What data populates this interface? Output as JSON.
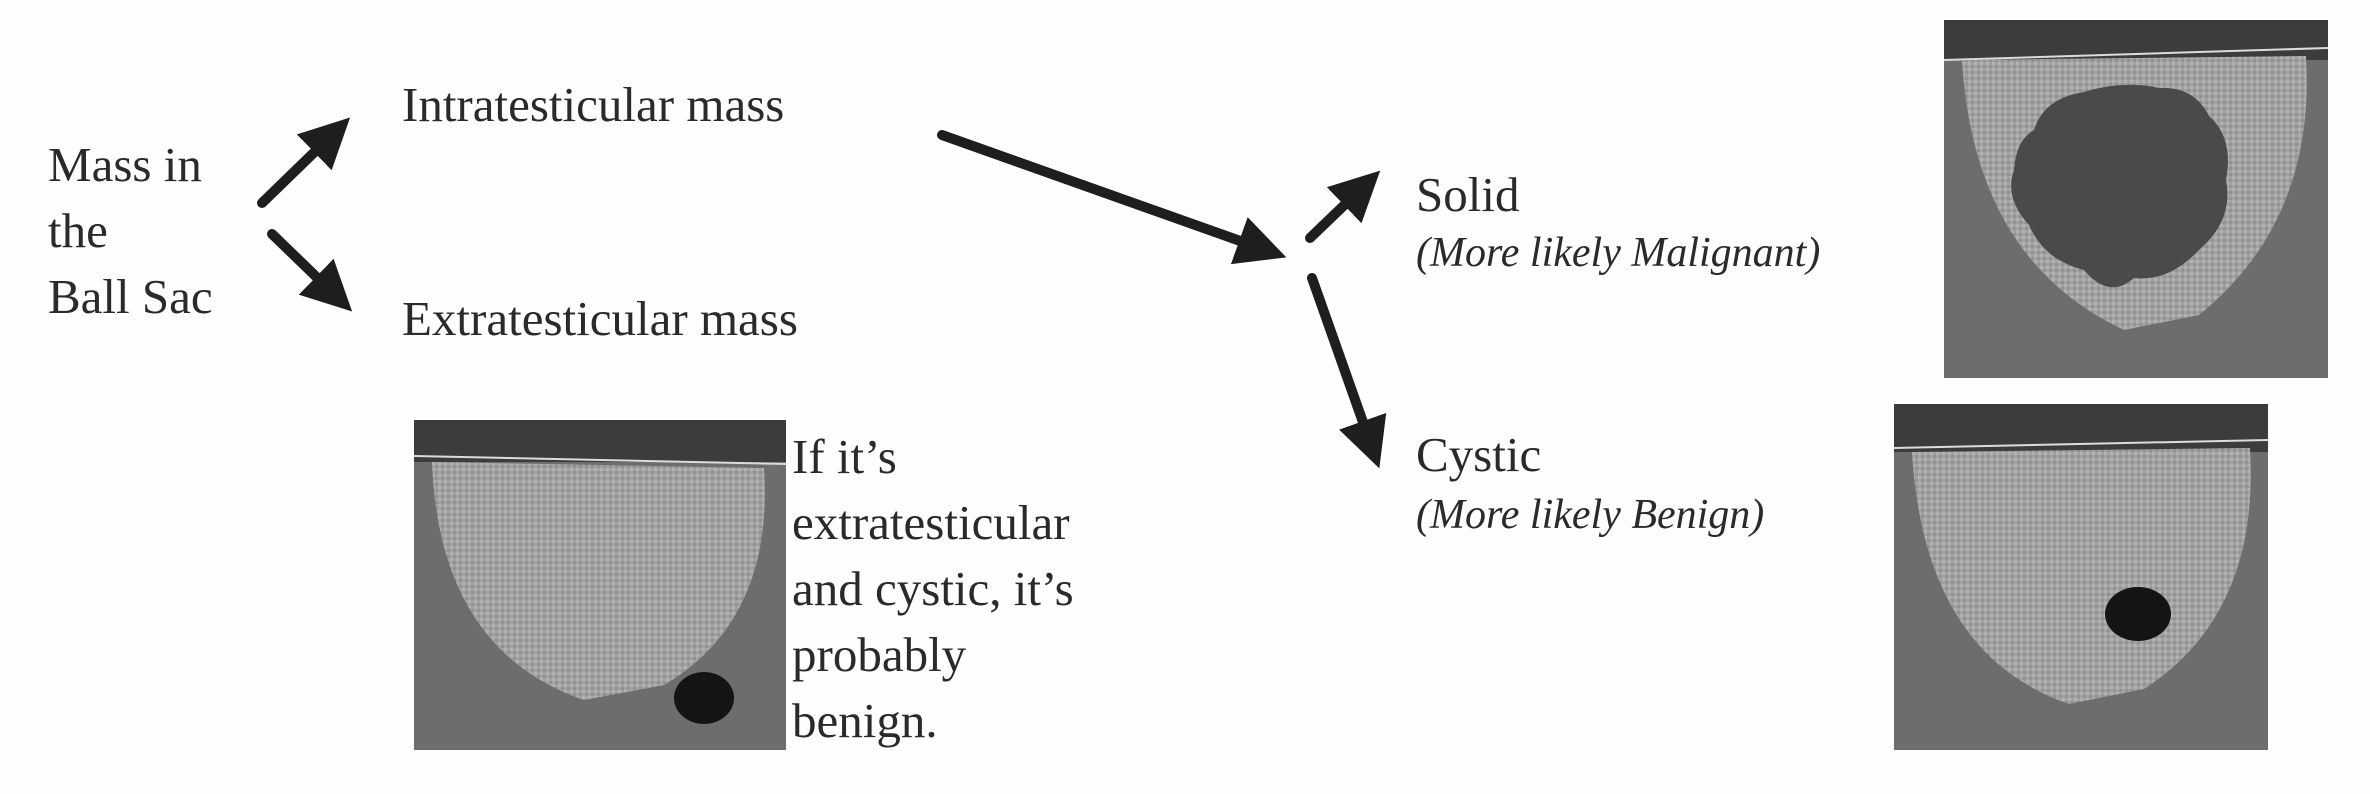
{
  "labels": {
    "root": [
      "Mass in",
      "the",
      "Ball Sac"
    ],
    "intratesticular": "Intratesticular mass",
    "extratesticular": "Extratesticular mass",
    "solid": "Solid",
    "solid_note": "(More likely Malignant)",
    "cystic": "Cystic",
    "cystic_note": "(More likely Benign)",
    "extratesticular_note": [
      "If it’s",
      "extratesticular",
      "and cystic, it’s",
      "probably",
      "benign."
    ]
  },
  "colors": {
    "text": "#2a2a2a",
    "arrow": "#1e1e1e",
    "scan_background": "#6d6d6d",
    "scan_header": "#3c3c3c",
    "testis_tissue": "#a2a2a2",
    "lesion": "#141414",
    "solid_lesion": "#4a4a4a"
  },
  "images": [
    {
      "name": "solid-mass-ultrasound",
      "shows": "solid-lesion"
    },
    {
      "name": "extratesticular-cyst-ultrasound",
      "shows": "cystic-lesion"
    },
    {
      "name": "intratesticular-cyst-ultrasound",
      "shows": "cystic-lesion"
    }
  ]
}
